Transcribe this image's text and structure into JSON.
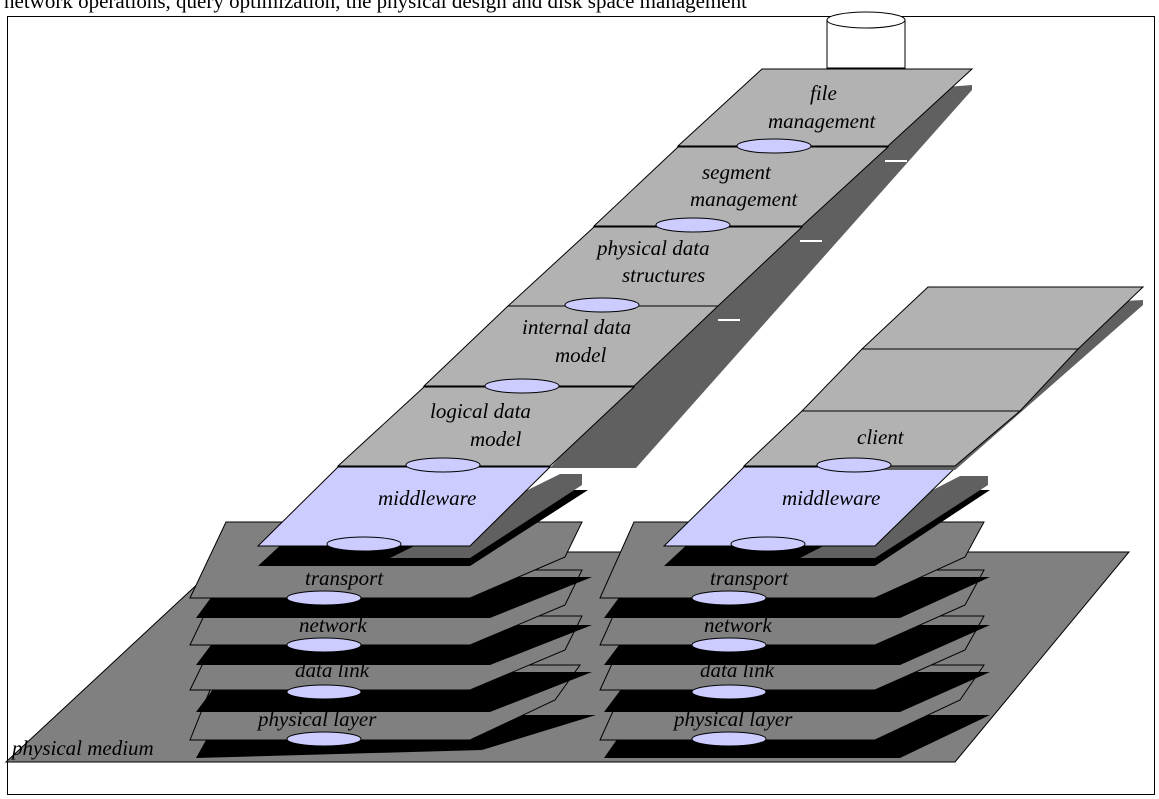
{
  "header_text": "network operations, query optimization, the physical design and disk space management",
  "colors": {
    "gray_layer": "#b2b2b2",
    "dark_layer": "#808080",
    "shadow": "#606060",
    "middleware": "#ccccff",
    "black": "#000000",
    "white": "#ffffff"
  },
  "server_stack": {
    "upper_layers": [
      "file management",
      "segment management",
      "physical data structures",
      "internal data model",
      "logical data model"
    ],
    "middleware": "middleware",
    "network_layers": [
      "transport",
      "network",
      "data link",
      "physical layer"
    ]
  },
  "client_stack": {
    "upper_layers": [
      "",
      "",
      "client"
    ],
    "middleware": "middleware",
    "network_layers": [
      "transport",
      "network",
      "data link",
      "physical layer"
    ]
  },
  "medium_label": "physical medium",
  "icons": [
    "database-cylinder-icon"
  ]
}
